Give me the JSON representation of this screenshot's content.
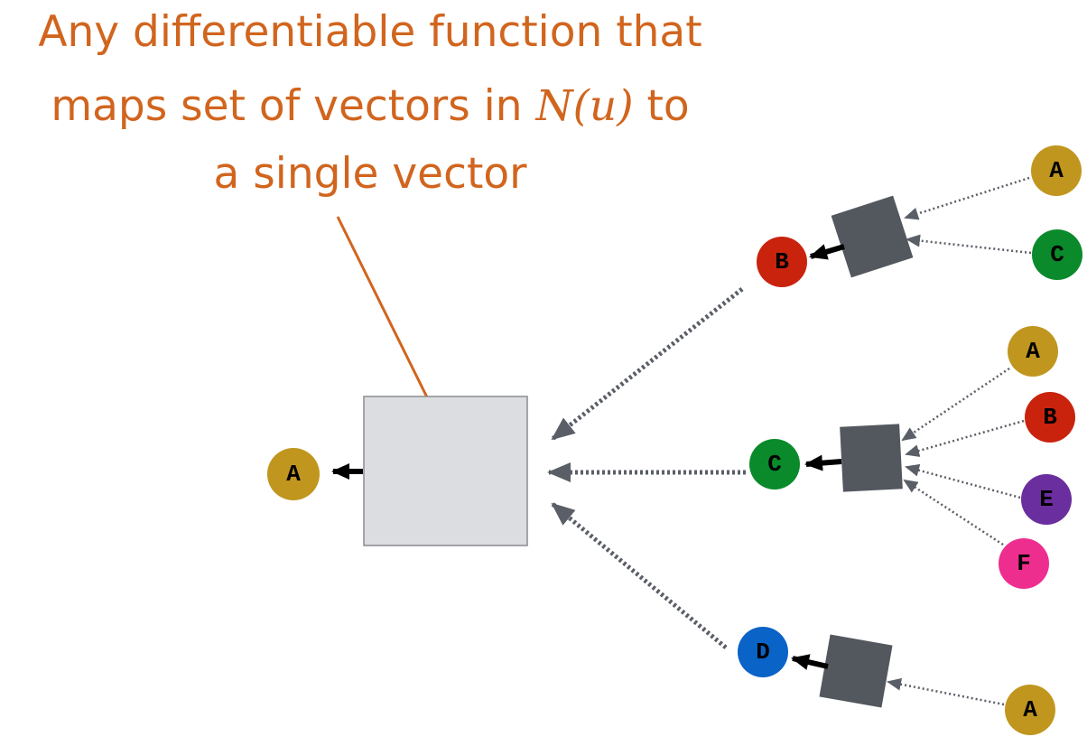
{
  "colors": {
    "caption": "#d1651e",
    "aggregator_main": "#dcdde0",
    "aggregator_main_border": "#8a8c90",
    "aggregator_small": "#53575e",
    "dotted_edge": "#5a5e66",
    "solid_edge": "#000000",
    "node_label": "#000000"
  },
  "caption": {
    "line1": "Any differentiable function that",
    "line2_before": "maps set of vectors in ",
    "line2_math": "N(u)",
    "line2_after": " to",
    "line3": "a single vector"
  },
  "nodes": {
    "target": {
      "label": "A",
      "color": "#c1961f"
    },
    "level1_b": {
      "label": "B",
      "color": "#c9230e"
    },
    "level1_c": {
      "label": "C",
      "color": "#0b8a2b"
    },
    "level1_d": {
      "label": "D",
      "color": "#0a63c6"
    },
    "b_neighbor_a": {
      "label": "A",
      "color": "#c1961f"
    },
    "b_neighbor_c": {
      "label": "C",
      "color": "#0b8a2b"
    },
    "c_neighbor_a": {
      "label": "A",
      "color": "#c1961f"
    },
    "c_neighbor_b": {
      "label": "B",
      "color": "#c9230e"
    },
    "c_neighbor_e": {
      "label": "E",
      "color": "#6a2e9e"
    },
    "c_neighbor_f": {
      "label": "F",
      "color": "#ee2e8f"
    },
    "d_neighbor_a": {
      "label": "A",
      "color": "#c1961f"
    }
  }
}
